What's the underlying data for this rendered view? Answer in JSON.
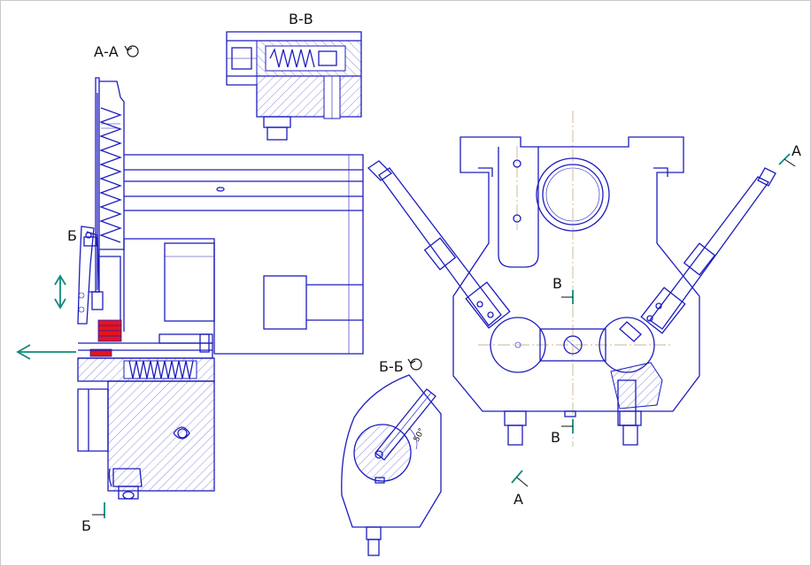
{
  "labels": {
    "section_aa": "А-А",
    "section_vv": "В-В",
    "section_bb": "Б-Б",
    "cut_b_top": "Б",
    "cut_b_bottom": "Б",
    "cut_a_top": "А",
    "cut_a_bottom": "А",
    "cut_v_top": "В",
    "cut_v_bottom": "В",
    "angle": "50°"
  },
  "colors": {
    "line": "#1c1cbe",
    "section_mark": "#0f8a7c",
    "highlight": "#e4141b",
    "centerline": "#b7a46a"
  },
  "icons": {
    "rotation": "rotation-icon",
    "motion_vertical": "double-arrow-icon",
    "motion_left": "left-arrow-icon"
  }
}
